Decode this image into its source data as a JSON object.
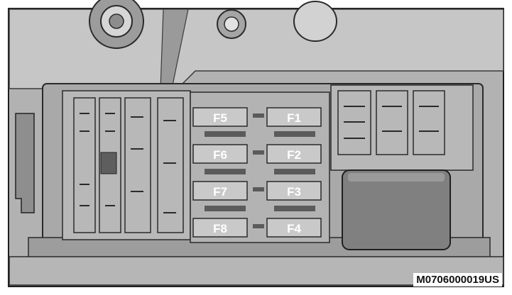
{
  "fuse_labels": [
    "F5",
    "F1",
    "F6",
    "F2",
    "F7",
    "F3",
    "F8",
    "F4"
  ],
  "reference_code": "M0706000019US",
  "colors": {
    "background": "#b4b4b4",
    "panel_light": "#c9c9c9",
    "panel_dark": "#7c7c7c",
    "outline": "#2e2e2e",
    "fuse_fill": "#c8c8c8",
    "fuse_label_bg": "#8a8a8a"
  }
}
